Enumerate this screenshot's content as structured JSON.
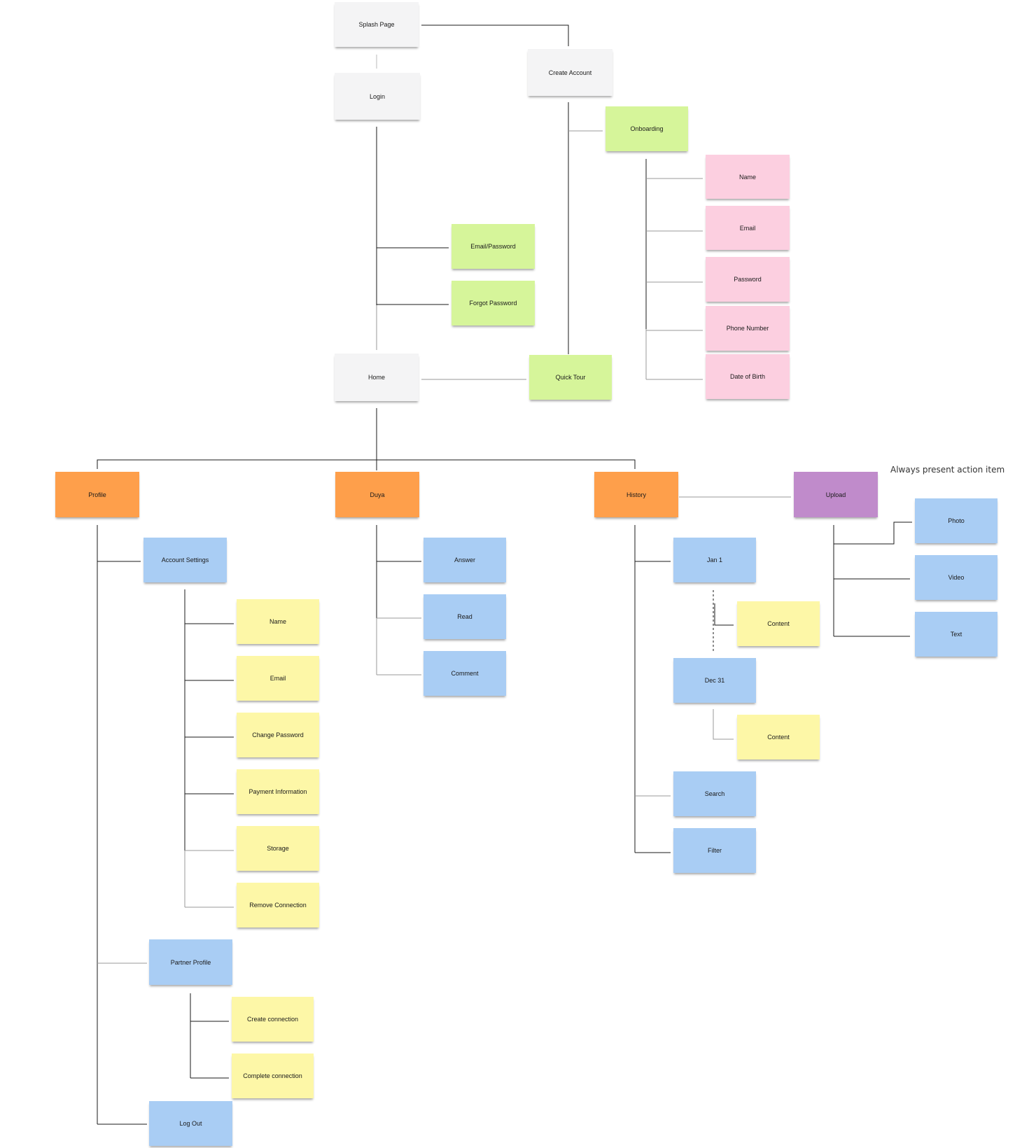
{
  "colors": {
    "white": "#f4f4f5",
    "green": "#d6f59a",
    "pink": "#fccfe0",
    "orange": "#fe9f4b",
    "purple": "#c08bcb",
    "blue": "#a9cdf4",
    "yellow": "#fdf7a7",
    "line_dark": "#1a1a1a",
    "line_light": "#9a9a9a"
  },
  "annotation": "Always present action item",
  "nodes": {
    "splash": "Splash Page",
    "login": "Login",
    "create_account": "Create Account",
    "onboarding": "Onboarding",
    "onb_name": "Name",
    "onb_email": "Email",
    "onb_password": "Password",
    "onb_phone": "Phone Number",
    "onb_dob": "Date of Birth",
    "email_password": "Email/Password",
    "forgot_password": "Forgot Password",
    "home": "Home",
    "quick_tour": "Quick Tour",
    "profile": "Profile",
    "duya": "Duya",
    "history": "History",
    "upload": "Upload",
    "account_settings": "Account Settings",
    "acc_name": "Name",
    "acc_email": "Email",
    "acc_change_password": "Change Password",
    "acc_payment": "Payment Information",
    "acc_storage": "Storage",
    "acc_remove_connection": "Remove Connection",
    "partner_profile": "Partner Profile",
    "create_connection": "Create connection",
    "complete_connection": "Complete  connection",
    "log_out": "Log Out",
    "answer": "Answer",
    "read": "Read",
    "comment": "Comment",
    "jan1": "Jan 1",
    "content1": "Content",
    "dec31": "Dec 31",
    "content2": "Content",
    "search": "Search",
    "filter": "Filter",
    "photo": "Photo",
    "video": "Video",
    "text": "Text"
  }
}
